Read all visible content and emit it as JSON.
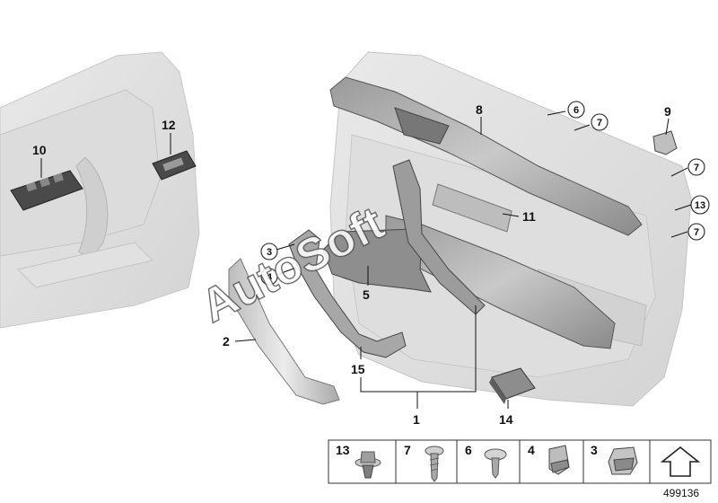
{
  "callouts": {
    "c1": "1",
    "c2": "2",
    "c5": "5",
    "c8": "8",
    "c9": "9",
    "c10": "10",
    "c12": "12",
    "c14": "14",
    "c15": "15",
    "c11": "11"
  },
  "circled": {
    "r3": "3",
    "r4": "4",
    "r6": "6",
    "r7a": "7",
    "r7b": "7",
    "r7c": "7",
    "r13": "13"
  },
  "legend": [
    "13",
    "7",
    "6",
    "4",
    "3"
  ],
  "watermark": "AutoSoft",
  "doc_number": "499136"
}
